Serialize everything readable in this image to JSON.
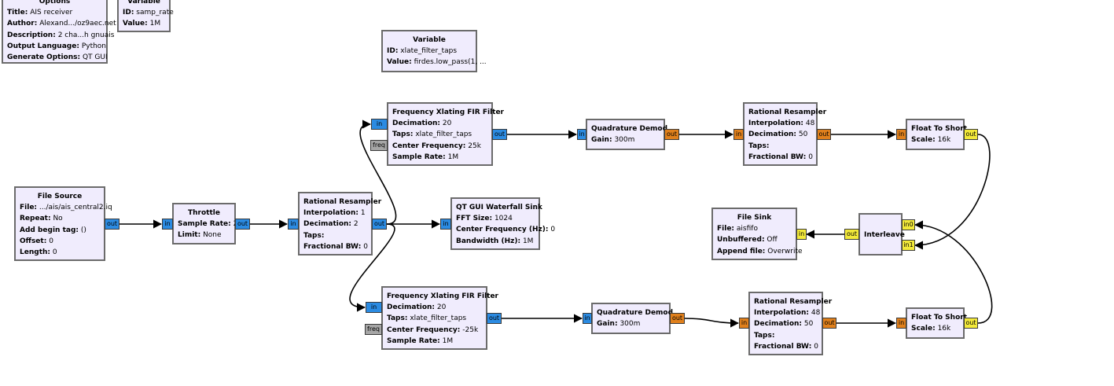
{
  "blocks": {
    "options": {
      "title": "Options",
      "params": [
        {
          "k": "Title:",
          "v": "AIS receiver"
        },
        {
          "k": "Author:",
          "v": "Alexand.../oz9aec.net"
        },
        {
          "k": "Description:",
          "v": "2 cha...h gnuais"
        },
        {
          "k": "Output Language:",
          "v": "Python"
        },
        {
          "k": "Generate Options:",
          "v": "QT GUI"
        }
      ]
    },
    "var_samp_rate": {
      "title": "Variable",
      "params": [
        {
          "k": "ID:",
          "v": "samp_rate"
        },
        {
          "k": "Value:",
          "v": "1M"
        }
      ]
    },
    "var_taps": {
      "title": "Variable",
      "params": [
        {
          "k": "ID:",
          "v": "xlate_filter_taps"
        },
        {
          "k": "Value:",
          "v": "firdes.low_pass(1, ..."
        }
      ]
    },
    "file_source": {
      "title": "File Source",
      "params": [
        {
          "k": "File:",
          "v": ".../ais/ais_central2.iq"
        },
        {
          "k": "Repeat:",
          "v": "No"
        },
        {
          "k": "Add begin tag:",
          "v": "()"
        },
        {
          "k": "Offset:",
          "v": "0"
        },
        {
          "k": "Length:",
          "v": "0"
        }
      ]
    },
    "throttle": {
      "title": "Throttle",
      "params": [
        {
          "k": "Sample Rate:",
          "v": "2M"
        },
        {
          "k": "Limit:",
          "v": "None"
        }
      ]
    },
    "resampler_main": {
      "title": "Rational Resampler",
      "params": [
        {
          "k": "Interpolation:",
          "v": "1"
        },
        {
          "k": "Decimation:",
          "v": "2"
        },
        {
          "k": "Taps:",
          "v": ""
        },
        {
          "k": "Fractional BW:",
          "v": "0"
        }
      ]
    },
    "waterfall": {
      "title": "QT GUI Waterfall Sink",
      "params": [
        {
          "k": "FFT Size:",
          "v": "1024"
        },
        {
          "k": "Center Frequency (Hz):",
          "v": "0"
        },
        {
          "k": "Bandwidth (Hz):",
          "v": "1M"
        }
      ]
    },
    "xlate_top": {
      "title": "Frequency Xlating FIR Filter",
      "params": [
        {
          "k": "Decimation:",
          "v": "20"
        },
        {
          "k": "Taps:",
          "v": "xlate_filter_taps"
        },
        {
          "k": "Center Frequency:",
          "v": "25k"
        },
        {
          "k": "Sample Rate:",
          "v": "1M"
        }
      ]
    },
    "xlate_bottom": {
      "title": "Frequency Xlating FIR Filter",
      "params": [
        {
          "k": "Decimation:",
          "v": "20"
        },
        {
          "k": "Taps:",
          "v": "xlate_filter_taps"
        },
        {
          "k": "Center Frequency:",
          "v": "-25k"
        },
        {
          "k": "Sample Rate:",
          "v": "1M"
        }
      ]
    },
    "demod_top": {
      "title": "Quadrature Demod",
      "params": [
        {
          "k": "Gain:",
          "v": "300m"
        }
      ]
    },
    "demod_bottom": {
      "title": "Quadrature Demod",
      "params": [
        {
          "k": "Gain:",
          "v": "300m"
        }
      ]
    },
    "resampler_top": {
      "title": "Rational Resampler",
      "params": [
        {
          "k": "Interpolation:",
          "v": "48"
        },
        {
          "k": "Decimation:",
          "v": "50"
        },
        {
          "k": "Taps:",
          "v": ""
        },
        {
          "k": "Fractional BW:",
          "v": "0"
        }
      ]
    },
    "resampler_bottom": {
      "title": "Rational Resampler",
      "params": [
        {
          "k": "Interpolation:",
          "v": "48"
        },
        {
          "k": "Decimation:",
          "v": "50"
        },
        {
          "k": "Taps:",
          "v": ""
        },
        {
          "k": "Fractional BW:",
          "v": "0"
        }
      ]
    },
    "f2s_top": {
      "title": "Float To Short",
      "params": [
        {
          "k": "Scale:",
          "v": "16k"
        }
      ]
    },
    "f2s_bottom": {
      "title": "Float To Short",
      "params": [
        {
          "k": "Scale:",
          "v": "16k"
        }
      ]
    },
    "interleave": {
      "title": "Interleave",
      "params": []
    },
    "file_sink": {
      "title": "File Sink",
      "params": [
        {
          "k": "File:",
          "v": "aisfifo"
        },
        {
          "k": "Unbuffered:",
          "v": "Off"
        },
        {
          "k": "Append file:",
          "v": "Overwrite"
        }
      ]
    }
  },
  "ports": {
    "in": "in",
    "out": "out",
    "freq": "freq",
    "in0": "in0",
    "in1": "in1"
  },
  "colors": {
    "block_bg": "#f0ecfd",
    "complex_port": "#2b8be2",
    "float_port": "#e0801c",
    "short_port": "#f2e93a",
    "message_port": "#a6a6a6",
    "wire": "#000000"
  }
}
